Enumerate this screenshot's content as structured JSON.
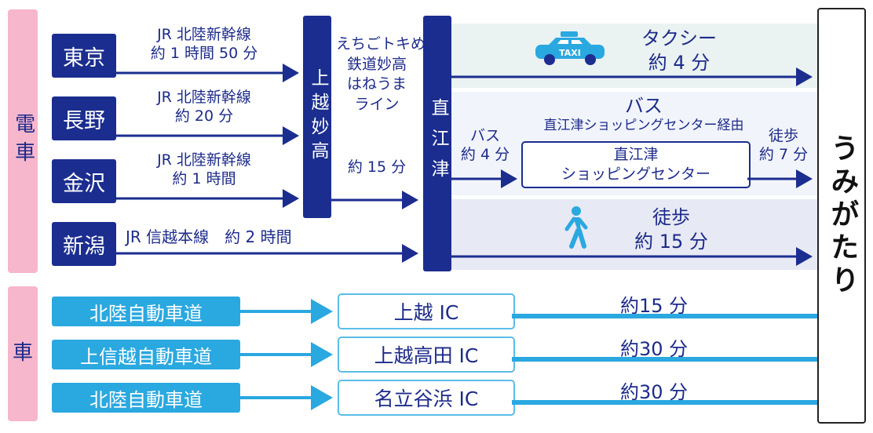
{
  "colors": {
    "navy": "#1b2d8f",
    "sky": "#2aa8e0",
    "pink": "#f6b6cc"
  },
  "categories": {
    "train": "電車",
    "car": "車"
  },
  "origins": [
    {
      "name": "東京",
      "route_line1": "JR 北陸新幹線",
      "route_line2": "約 1 時間 50 分"
    },
    {
      "name": "長野",
      "route_line1": "JR 北陸新幹線",
      "route_line2": "約 20 分"
    },
    {
      "name": "金沢",
      "route_line1": "JR 北陸新幹線",
      "route_line2": "約 1 時間"
    },
    {
      "name": "新潟",
      "route_line1": "JR 信越本線　約 2 時間"
    }
  ],
  "hub1": {
    "name": "上越妙高"
  },
  "echigo": {
    "line1": "えちごトキめき",
    "line2": "鉄道妙高",
    "line3": "はねうま",
    "line4": "ライン",
    "time": "約 15 分"
  },
  "hub2": {
    "name": "直江津"
  },
  "taxi": {
    "icon": "taxi-icon",
    "icon_text": "TAXI",
    "label": "タクシー",
    "time": "約 4 分"
  },
  "bus": {
    "title": "バス",
    "subtitle": "直江津ショッピングセンター経由",
    "leg1_label": "バス",
    "leg1_time": "約 4 分",
    "stop_line1": "直江津",
    "stop_line2": "ショッピングセンター",
    "leg2_label": "徒歩",
    "leg2_time": "約 7 分"
  },
  "walk": {
    "icon": "walking-person-icon",
    "label": "徒歩",
    "time": "約 15 分"
  },
  "destination": {
    "name": "うみがたり"
  },
  "car_routes": [
    {
      "road": "北陸自動車道",
      "ic": "上越 IC",
      "time": "約15 分"
    },
    {
      "road": "上信越自動車道",
      "ic": "上越高田 IC",
      "time": "約30 分"
    },
    {
      "road": "北陸自動車道",
      "ic": "名立谷浜 IC",
      "time": "約30 分"
    }
  ]
}
